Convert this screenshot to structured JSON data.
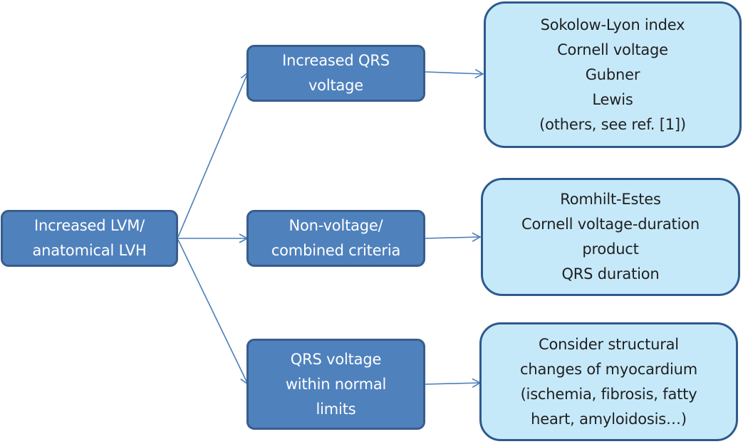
{
  "root": {
    "lines": [
      "Increased LVM/",
      "anatomical LVH"
    ]
  },
  "categories": [
    {
      "lines": [
        "Increased QRS",
        "voltage"
      ]
    },
    {
      "lines": [
        "Non-voltage/",
        "combined criteria"
      ]
    },
    {
      "lines": [
        "QRS voltage",
        "within normal",
        "limits"
      ]
    }
  ],
  "details": [
    {
      "lines": [
        "Sokolow-Lyon index",
        "Cornell voltage",
        "Gubner",
        "Lewis",
        "(others, see ref. [1])"
      ]
    },
    {
      "lines": [
        "Romhilt-Estes",
        "Cornell voltage-duration",
        "product",
        "QRS duration"
      ]
    },
    {
      "lines": [
        "Consider structural",
        "changes of myocardium",
        "(ischemia, fibrosis, fatty",
        "heart, amyloidosis…)"
      ]
    }
  ],
  "colors": {
    "category_fill": "#4f81bd",
    "category_border": "#385d8a",
    "detail_fill": "#c6e9fa",
    "detail_border": "#2e5a8c",
    "connector": "#4a7ebb"
  }
}
